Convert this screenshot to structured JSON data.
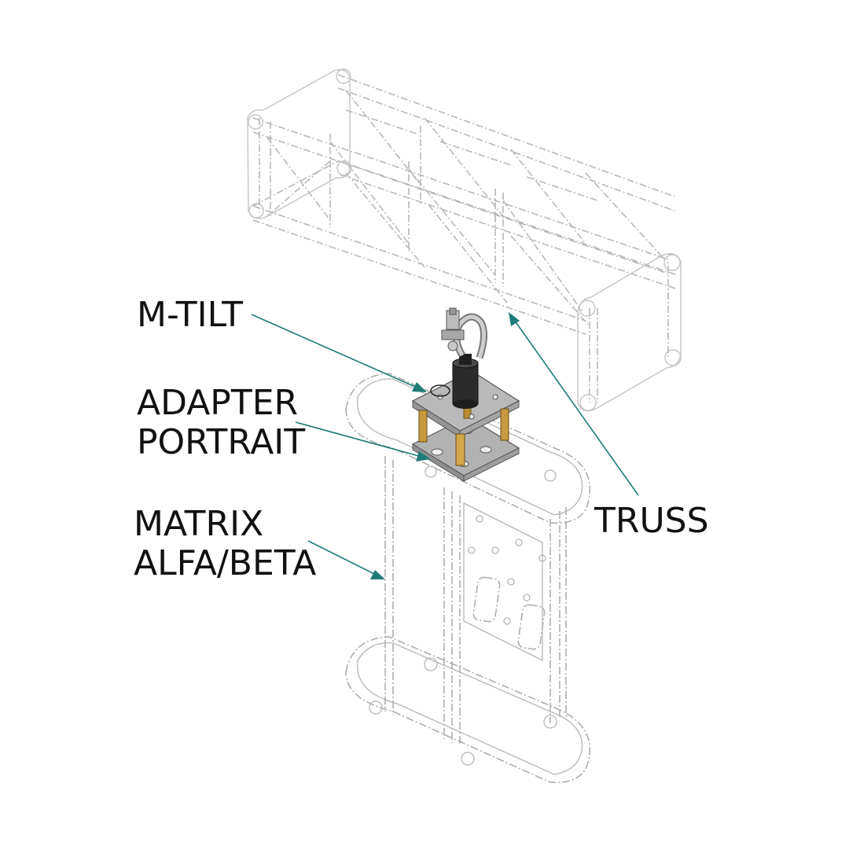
{
  "labels": {
    "m_tilt": "M-TILT",
    "adapter_line1": "ADAPTER",
    "adapter_line2": "PORTRAIT",
    "truss": "TRUSS",
    "matrix_line1": "MATRIX",
    "matrix_line2": "ALFA/BETA"
  },
  "colors": {
    "leader": "#1f7a78",
    "label_text": "#111111",
    "ghost_line": "#b8b8b8",
    "plate": "#a8a8a8",
    "spacer": "#c79a3e",
    "motor": "#2b2b2b"
  }
}
